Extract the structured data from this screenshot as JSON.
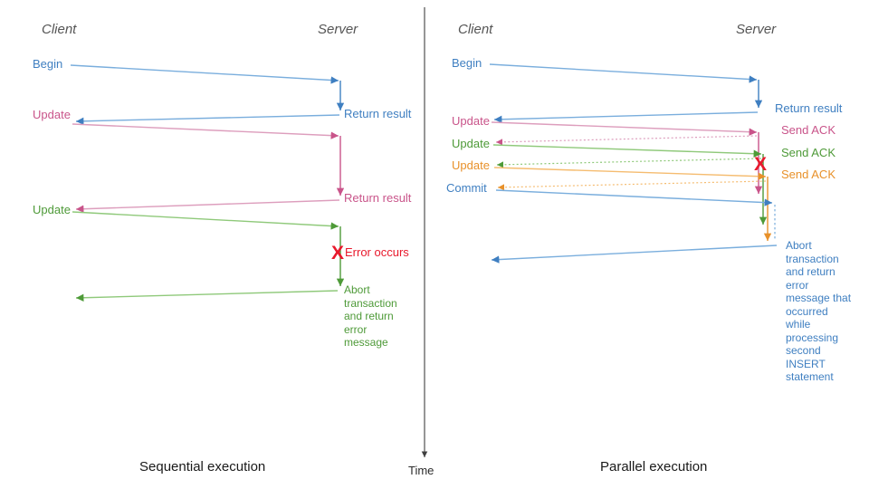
{
  "diagram": {
    "title_hidden": "",
    "time_axis": {
      "label": "Time",
      "color": "#3f3f3f"
    },
    "colors": {
      "blue": "#3f7fc1",
      "blue_light": "#7aaedd",
      "pink": "#c9548a",
      "pink_light": "#dd9ebd",
      "green": "#4e9a38",
      "green_light": "#8fc97a",
      "orange": "#e8912a",
      "orange_light": "#f5bc70",
      "red": "#e8192c",
      "lane": "#555555",
      "divider": "#3f3f3f"
    }
  },
  "left_panel": {
    "caption": "Sequential execution",
    "lanes": {
      "client": "Client",
      "server": "Server"
    },
    "messages": [
      {
        "label": "Begin",
        "color": "#3f7fc1"
      },
      {
        "label": "Return result",
        "color": "#3f7fc1"
      },
      {
        "label": "Update",
        "color": "#c9548a"
      },
      {
        "label": "Return result",
        "color": "#c9548a"
      },
      {
        "label": "Update",
        "color": "#4e9a38"
      }
    ],
    "error": {
      "mark": "X",
      "label": "Error occurs",
      "color": "#e8192c"
    },
    "abort_note": "Abort transaction and return error message"
  },
  "right_panel": {
    "caption": "Parallel execution",
    "lanes": {
      "client": "Client",
      "server": "Server"
    },
    "messages": [
      {
        "label": "Begin",
        "color": "#3f7fc1"
      },
      {
        "label": "Return result",
        "color": "#3f7fc1"
      },
      {
        "label": "Update",
        "color": "#c9548a"
      },
      {
        "label": "Send ACK",
        "color": "#c9548a"
      },
      {
        "label": "Update",
        "color": "#4e9a38"
      },
      {
        "label": "Send ACK",
        "color": "#4e9a38"
      },
      {
        "label": "Update",
        "color": "#e8912a"
      },
      {
        "label": "Send ACK",
        "color": "#e8912a"
      },
      {
        "label": "Commit",
        "color": "#3f7fc1"
      }
    ],
    "error": {
      "mark": "X",
      "color": "#e8192c"
    },
    "abort_note": "Abort transaction and return error message that occurred while processing second INSERT statement"
  }
}
